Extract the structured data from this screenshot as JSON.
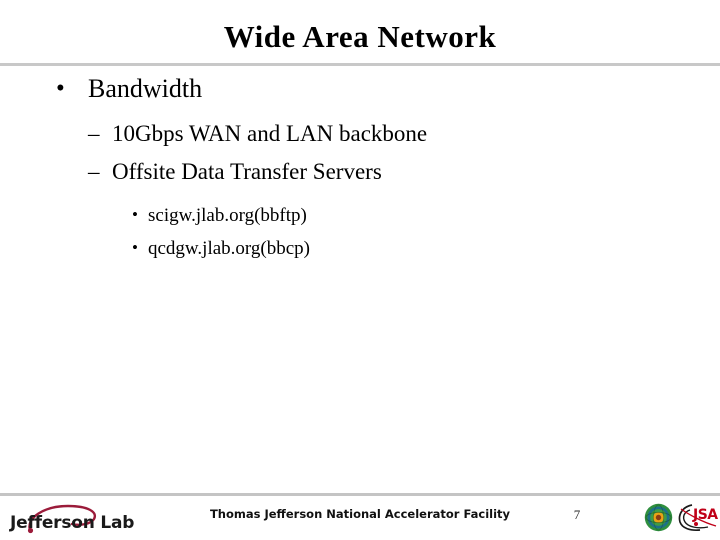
{
  "slide": {
    "title": "Wide Area Network",
    "page_number": "7",
    "bullets": [
      {
        "level": 1,
        "marker": "•",
        "text": "Bandwidth"
      },
      {
        "level": 2,
        "marker": "–",
        "text": "10Gbps WAN and LAN backbone"
      },
      {
        "level": 2,
        "marker": "–",
        "text": "Offsite Data Transfer Servers"
      },
      {
        "level": 3,
        "marker": "•",
        "text": "scigw.jlab.org(bbftp)"
      },
      {
        "level": 3,
        "marker": "•",
        "text": "qcdgw.jlab.org(bbcp)"
      }
    ]
  },
  "footer": {
    "lab_logo_text": "Jefferson Lab",
    "facility_name": "Thomas Jefferson National Accelerator Facility",
    "jsa_logo_text": "JSA",
    "doe_seal_name": "doe-seal-icon"
  },
  "colors": {
    "background": "#ffffff",
    "text": "#000000",
    "rule": "#c8c8c8",
    "footer_rule": "#c4c4c4",
    "jlab_swoosh": "#9b1b3a",
    "jsa_red": "#c00018",
    "jsa_dark": "#1a1a1a",
    "seal_green": "#2f8f3f",
    "seal_center": "#e8a317"
  }
}
